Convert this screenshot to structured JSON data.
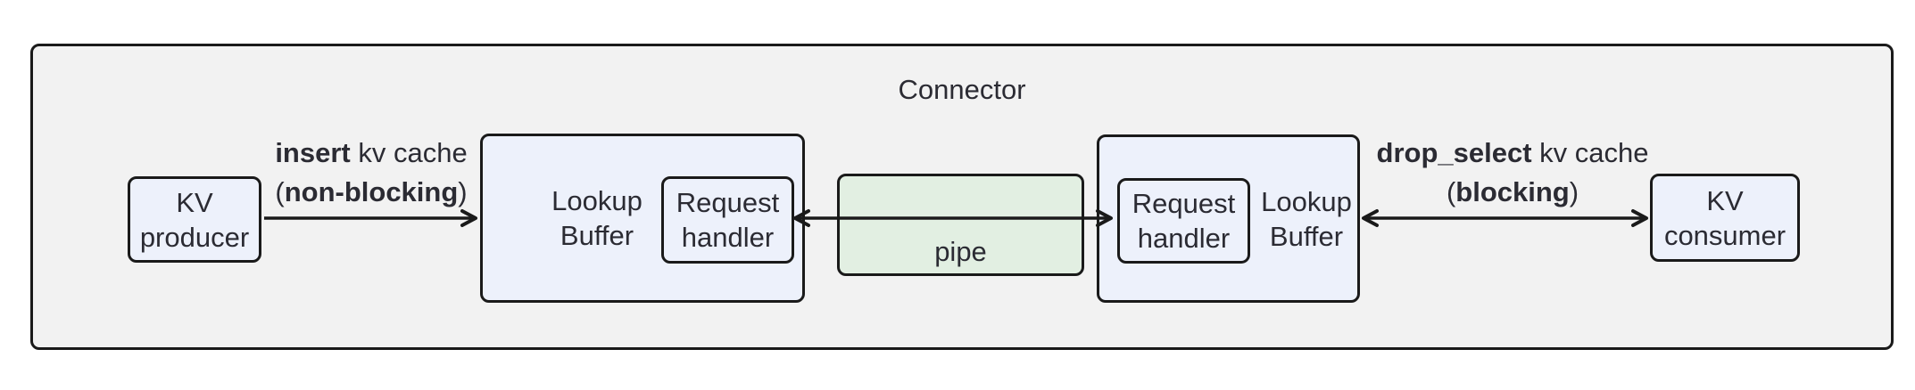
{
  "colors": {
    "canvas_bg": "#ffffff",
    "container_bg": "#f2f2f2",
    "node_fill": "#edf1fb",
    "pipe_fill": "#e2efe2",
    "stroke": "#1a1a1a",
    "text": "#2b2b33"
  },
  "container": {
    "title": "Connector"
  },
  "nodes": {
    "kv_producer": {
      "line1": "KV",
      "line2": "producer"
    },
    "lookup_buffer_left": {
      "line1": "Lookup",
      "line2": "Buffer"
    },
    "request_handler_left": {
      "line1": "Request",
      "line2": "handler"
    },
    "pipe": {
      "label": "pipe"
    },
    "request_handler_right": {
      "line1": "Request",
      "line2": "handler"
    },
    "lookup_buffer_right": {
      "line1": "Lookup",
      "line2": "Buffer"
    },
    "kv_consumer": {
      "line1": "KV",
      "line2": "consumer"
    }
  },
  "edges": {
    "insert": {
      "verb": "insert",
      "after_verb": " kv cache",
      "paren_open": "(",
      "mode": "non-blocking",
      "paren_close": ")"
    },
    "drop_select": {
      "verb": "drop_select",
      "after_verb": " kv cache",
      "paren_open": "(",
      "mode": "blocking",
      "paren_close": ")"
    }
  }
}
